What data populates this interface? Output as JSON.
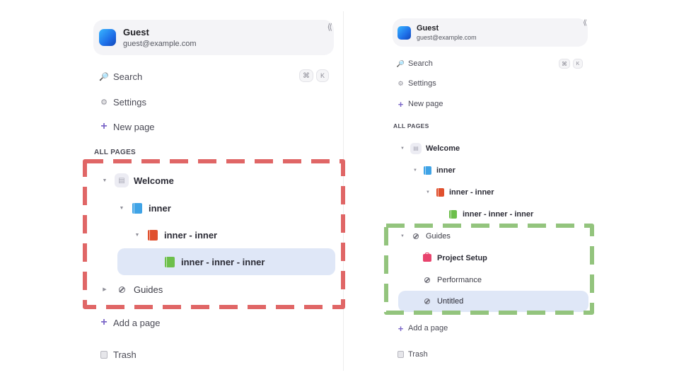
{
  "left": {
    "user": {
      "name": "Guest",
      "email": "guest@example.com"
    },
    "collapse": "⟨⟨",
    "search": {
      "label": "Search",
      "keys": [
        "⌘",
        "K"
      ]
    },
    "settings": "Settings",
    "new_page": "New page",
    "section": "ALL PAGES",
    "tree": [
      {
        "label": "Welcome",
        "icon": "document-icon"
      },
      {
        "label": "inner",
        "icon": "blue-book-icon"
      },
      {
        "label": "inner - inner",
        "icon": "red-book-icon"
      },
      {
        "label": "inner - inner - inner",
        "icon": "green-book-icon"
      },
      {
        "label": "Guides",
        "icon": "no-icon"
      }
    ],
    "add_page": "Add a page",
    "trash": "Trash",
    "highlight_color": "#e06666"
  },
  "right": {
    "user": {
      "name": "Guest",
      "email": "guest@example.com"
    },
    "collapse": "⟨⟨",
    "search": {
      "label": "Search",
      "keys": [
        "⌘",
        "K"
      ]
    },
    "settings": "Settings",
    "new_page": "New page",
    "section": "ALL PAGES",
    "tree": [
      {
        "label": "Welcome",
        "icon": "document-icon"
      },
      {
        "label": "inner",
        "icon": "blue-book-icon"
      },
      {
        "label": "inner - inner",
        "icon": "red-book-icon"
      },
      {
        "label": "inner - inner - inner",
        "icon": "green-book-icon"
      },
      {
        "label": "Guides",
        "icon": "no-icon"
      },
      {
        "label": "Project Setup",
        "icon": "toolbox-icon"
      },
      {
        "label": "Performance",
        "icon": "no-icon"
      },
      {
        "label": "Untitled",
        "icon": "no-icon"
      }
    ],
    "add_page": "Add a page",
    "trash": "Trash",
    "highlight_color": "#93c47d"
  },
  "colors": {
    "active_row": "#dfe7f7",
    "accent_plus": "#7b67c8"
  }
}
